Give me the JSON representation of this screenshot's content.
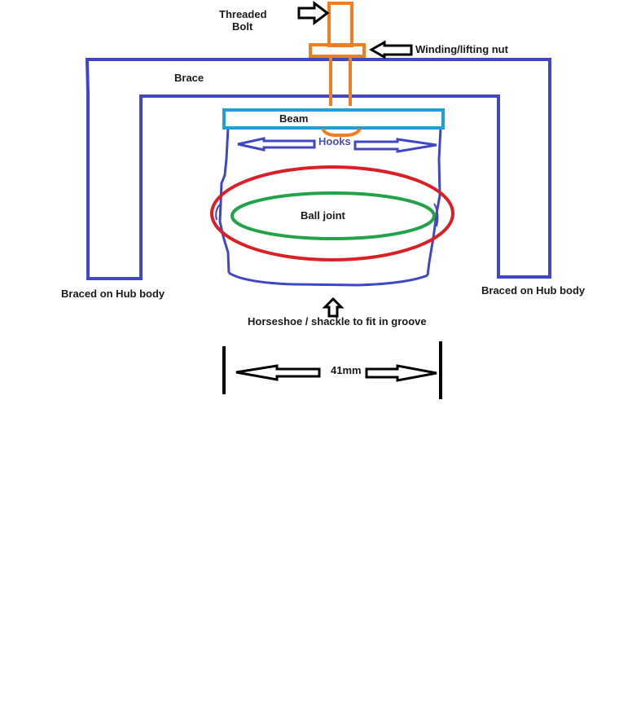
{
  "labels": {
    "threaded_bolt_line1": "Threaded",
    "threaded_bolt_line2": "Bolt",
    "winding_nut": "Winding/lifting nut",
    "brace": "Brace",
    "beam": "Beam",
    "hooks": "Hooks",
    "ball_joint": "Ball joint",
    "braced_left": "Braced on Hub body",
    "braced_right": "Braced on Hub body",
    "horseshoe": "Horseshoe / shackle to fit in groove",
    "dimension": "41mm"
  },
  "colors": {
    "brace": "#3f47c4",
    "bolt": "#ef7d22",
    "beam": "#1e9fd9",
    "ball_outer": "#db1f26",
    "ball_inner": "#22a34a",
    "arrow": "#000000",
    "label": "#1a1a1a",
    "hooks_label": "#4a4ab8"
  }
}
